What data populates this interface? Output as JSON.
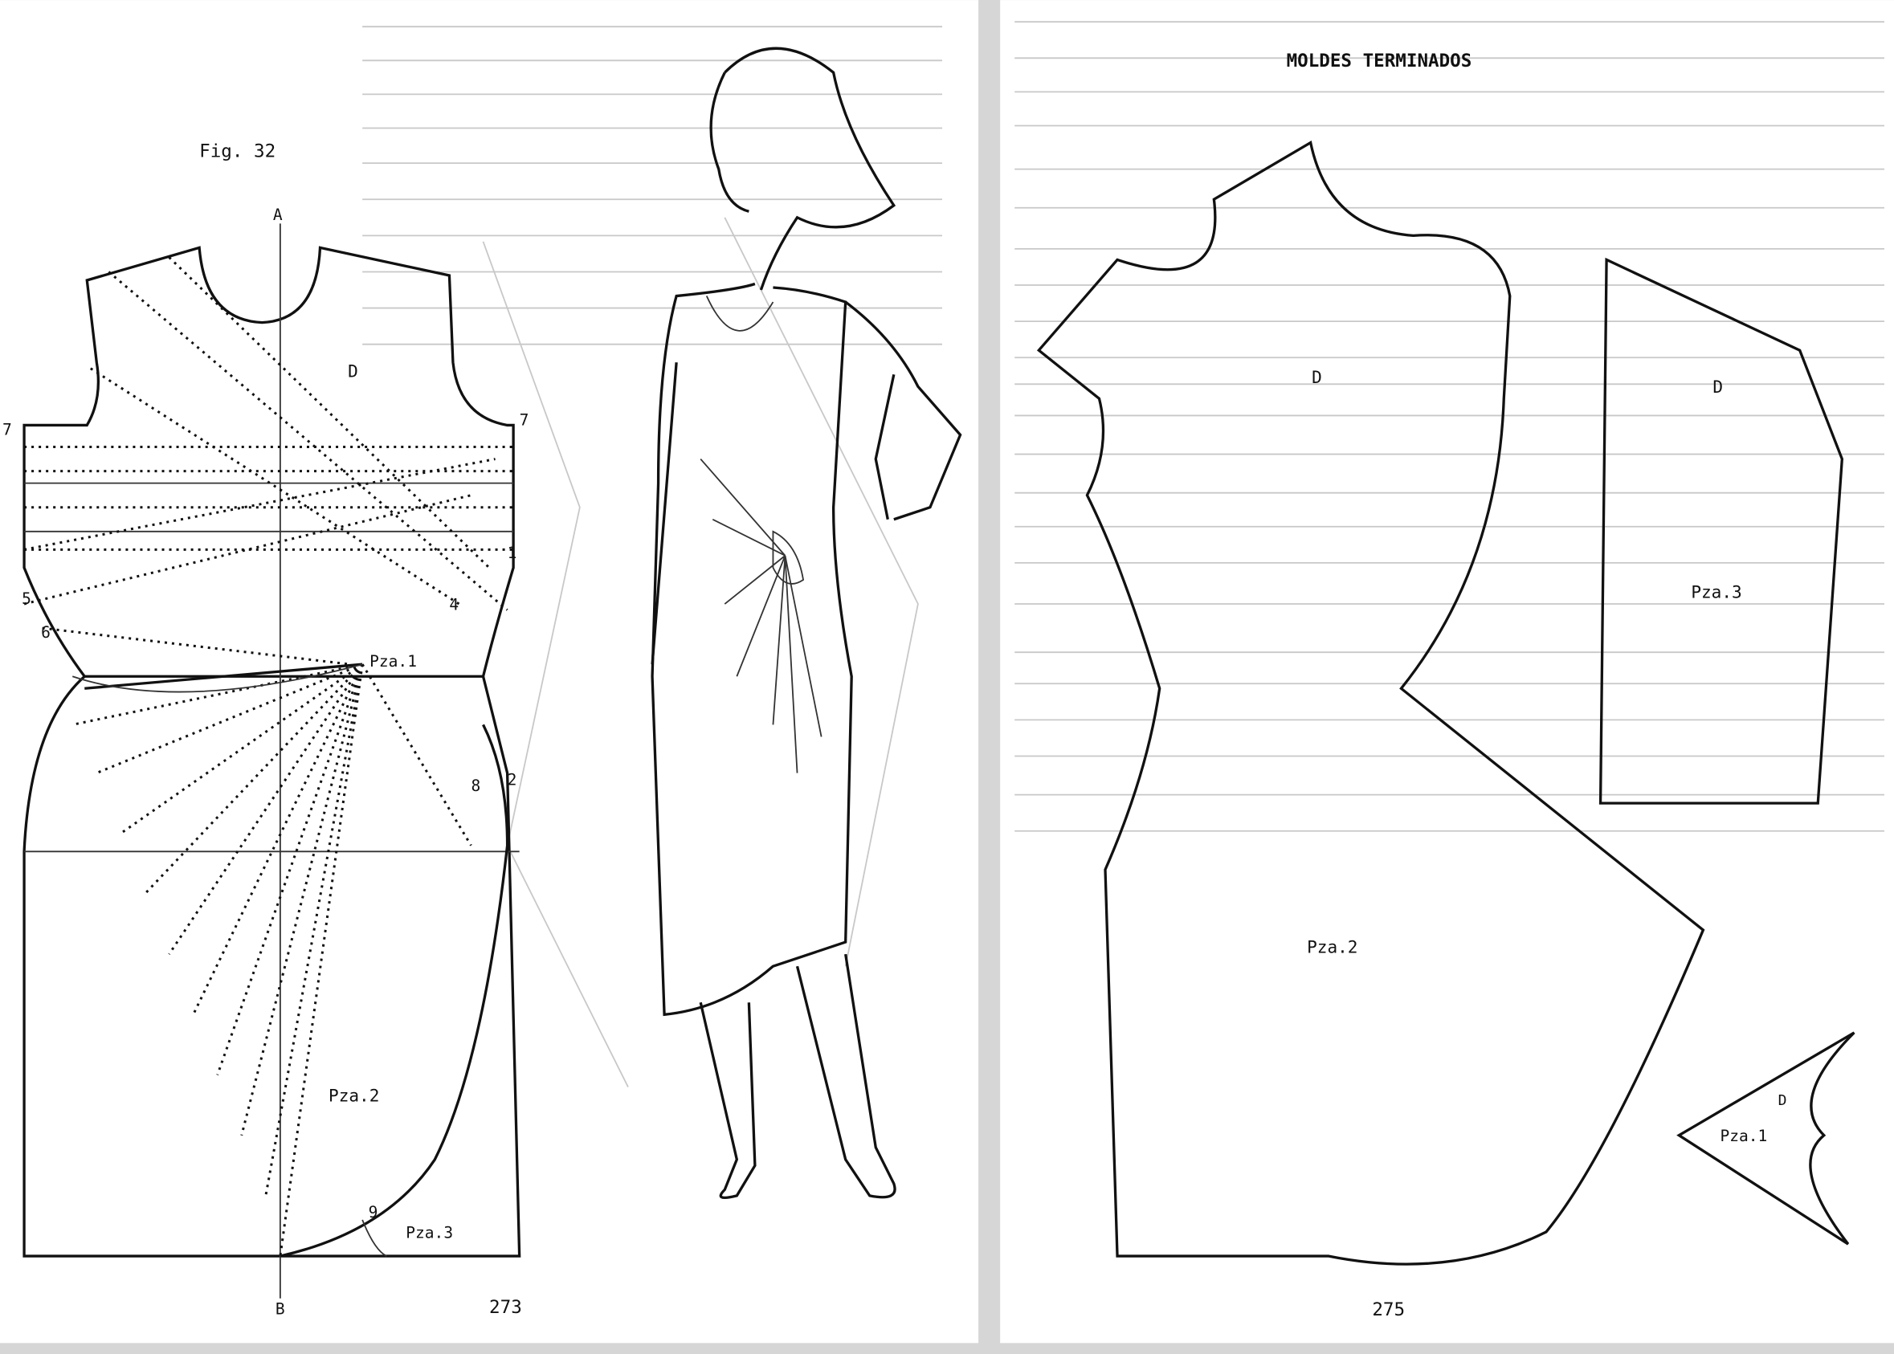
{
  "left_page": {
    "figure_title": "Fig. 32",
    "axis_top": "A",
    "axis_bottom": "B",
    "bodice_label": "D",
    "points": [
      "7",
      "7",
      "1",
      "5",
      "6",
      "4",
      "8",
      "2",
      "9"
    ],
    "piece_labels": [
      "Pza.1",
      "Pza.2",
      "Pza.3"
    ],
    "page_number": "273"
  },
  "right_page": {
    "title": "MOLDES TERMINADOS",
    "pieces": [
      {
        "name": "Pza.2",
        "mark": "D"
      },
      {
        "name": "Pza.3",
        "mark": "D"
      },
      {
        "name": "Pza.1",
        "mark": "D"
      }
    ],
    "page_number": "275"
  },
  "colors": {
    "paper": "#ffffff",
    "ink": "#111111",
    "gutter": "#d6d6d6"
  }
}
